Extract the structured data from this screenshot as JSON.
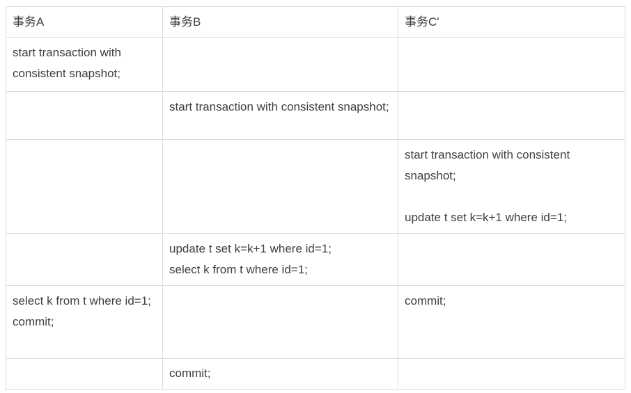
{
  "table": {
    "name": "mysql-transaction-timeline-table",
    "border_color": "#dadce0",
    "text_color": "#3c4043",
    "background_color": "#ffffff",
    "columns": [
      {
        "key": "a",
        "header": "事务A"
      },
      {
        "key": "b",
        "header": "事务B"
      },
      {
        "key": "c",
        "header": "事务C'"
      }
    ],
    "rows": [
      {
        "a": [
          "start transaction with consistent snapshot;"
        ],
        "b": [],
        "c": []
      },
      {
        "a": [],
        "b": [
          "start transaction with consistent snapshot;"
        ],
        "c": []
      },
      {
        "a": [],
        "b": [],
        "c": [
          "start transaction with consistent snapshot;",
          "",
          "update t set k=k+1 where id=1;"
        ]
      },
      {
        "a": [],
        "b": [
          "update t set k=k+1 where id=1;",
          "select k from t where id=1;"
        ],
        "c": []
      },
      {
        "a": [
          "select k from t where id=1;",
          "commit;"
        ],
        "b": [],
        "c": [
          "commit;"
        ]
      },
      {
        "a": [],
        "b": [
          "commit;"
        ],
        "c": []
      }
    ]
  }
}
